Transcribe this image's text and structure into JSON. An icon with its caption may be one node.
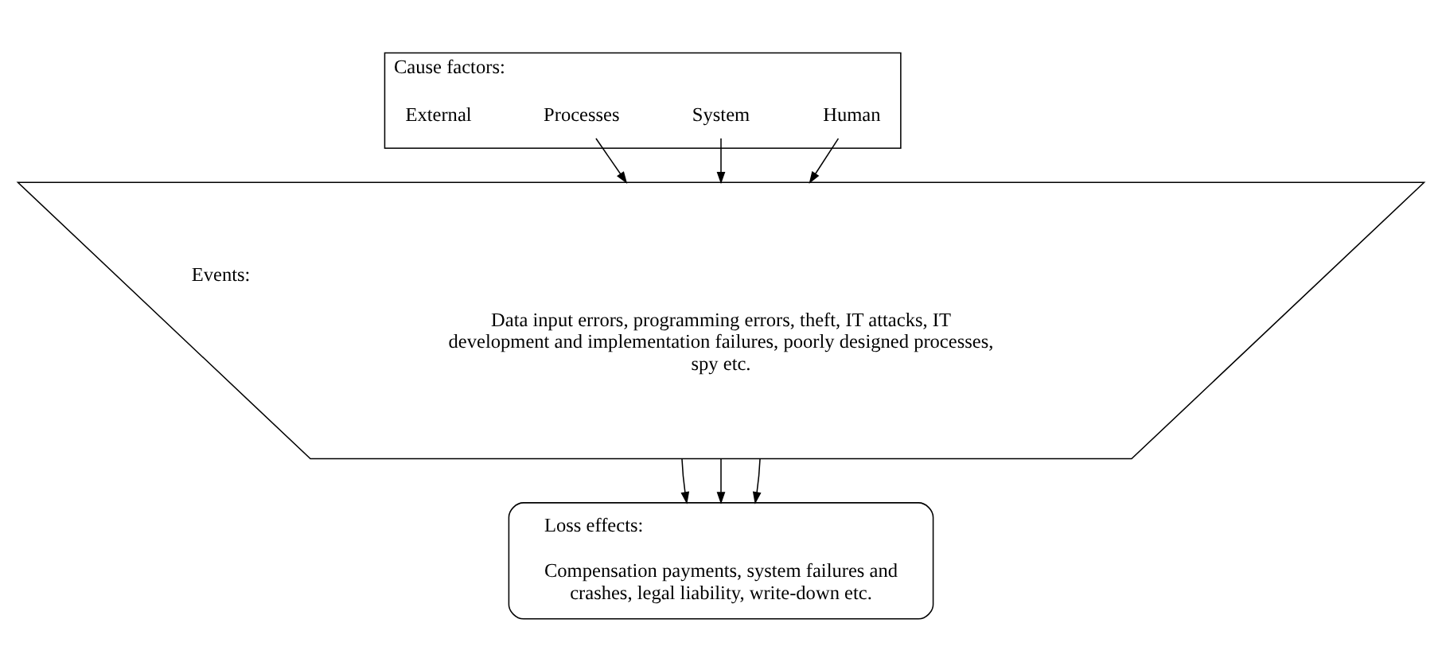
{
  "diagram": {
    "nodes": [
      {
        "text": [
          "Cause factors:"
        ]
      },
      {
        "text": [
          "Human"
        ],
        "in": 0
      },
      {
        "text": [
          "System"
        ],
        "in": 0
      },
      {
        "text": [
          "Processes"
        ],
        "in": 0
      },
      {
        "text": [
          "External"
        ],
        "in": 0
      },
      {
        "text": [
          "Events:",
          "Data input errors, programming errors, theft, IT attacks, IT development and implementation failures, poorly designed processes, spy etc."
        ]
      },
      {
        "text": [
          "Loss effects:",
          "Compensation payments, system failures and crashes, legal liability, write-down etc."
        ]
      }
    ],
    "edges": [
      {
        "from": 1,
        "to": 5,
        "arrow": "to"
      },
      {
        "from": 2,
        "to": 5,
        "arrow": "to"
      },
      {
        "from": 3,
        "to": 5,
        "arrow": "to"
      },
      {
        "from": 5,
        "to": 6,
        "arrow": "to"
      },
      {
        "from": 5,
        "to": 6,
        "arrow": "to"
      },
      {
        "from": 5,
        "to": 6,
        "arrow": "to"
      }
    ]
  }
}
